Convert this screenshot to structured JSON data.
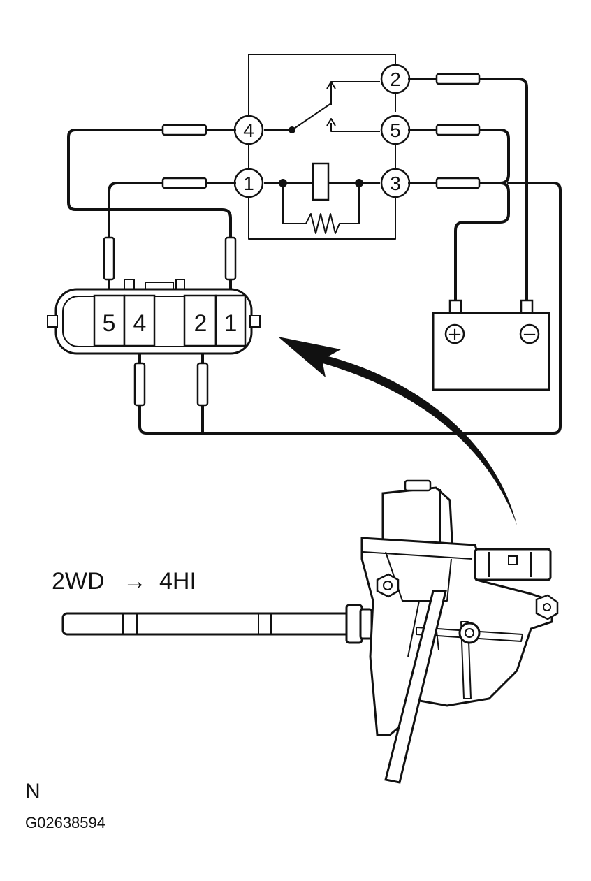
{
  "relay": {
    "terminals": [
      "1",
      "2",
      "3",
      "4",
      "5"
    ]
  },
  "connector": {
    "pins": [
      "5",
      "4",
      "2",
      "1"
    ]
  },
  "battery": {
    "positive_symbol": "+",
    "negative_symbol": "−"
  },
  "caption": {
    "mode_from": "2WD",
    "arrow": "→",
    "mode_to": "4HI"
  },
  "footer": {
    "code_letter": "N",
    "figure_id": "G02638594"
  }
}
